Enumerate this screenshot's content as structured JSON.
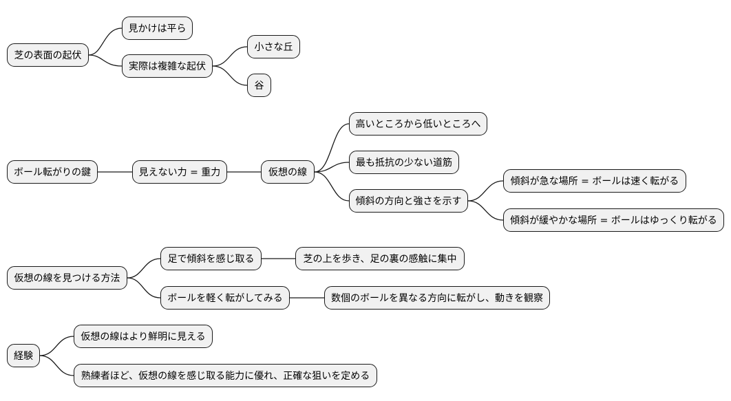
{
  "colors": {
    "node_fill": "#f1f1f1",
    "node_border": "#181818",
    "edge": "#181818"
  },
  "mindmaps": [
    {
      "root": "芝の表面の起伏",
      "children": [
        {
          "label": "見かけは平ら"
        },
        {
          "label": "実際は複雑な起伏",
          "children": [
            {
              "label": "小さな丘"
            },
            {
              "label": "谷"
            }
          ]
        }
      ]
    },
    {
      "root": "ボール転がりの鍵",
      "children": [
        {
          "label": "見えない力 = 重力",
          "children": [
            {
              "label": "仮想の線",
              "children": [
                {
                  "label": "高いところから低いところへ"
                },
                {
                  "label": "最も抵抗の少ない道筋"
                },
                {
                  "label": "傾斜の方向と強さを示す",
                  "children": [
                    {
                      "label": "傾斜が急な場所 = ボールは速く転がる"
                    },
                    {
                      "label": "傾斜が緩やかな場所 = ボールはゆっくり転がる"
                    }
                  ]
                }
              ]
            }
          ]
        }
      ]
    },
    {
      "root": "仮想の線を見つける方法",
      "children": [
        {
          "label": "足で傾斜を感じ取る",
          "children": [
            {
              "label": "芝の上を歩き、足の裏の感触に集中"
            }
          ]
        },
        {
          "label": "ボールを軽く転がしてみる",
          "children": [
            {
              "label": "数個のボールを異なる方向に転がし、動きを観察"
            }
          ]
        }
      ]
    },
    {
      "root": "経験",
      "children": [
        {
          "label": "仮想の線はより鮮明に見える"
        },
        {
          "label": "熟練者ほど、仮想の線を感じ取る能力に優れ、正確な狙いを定める"
        }
      ]
    }
  ]
}
